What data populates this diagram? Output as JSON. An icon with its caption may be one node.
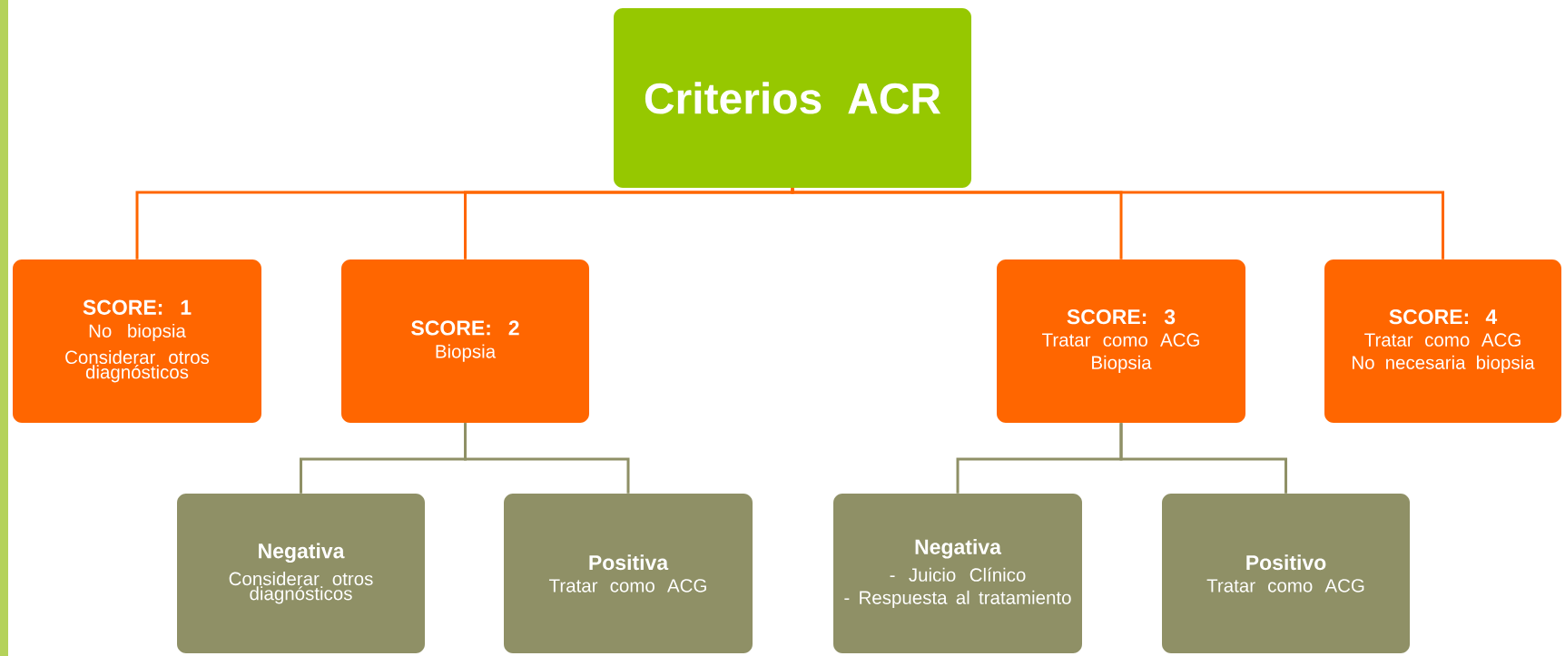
{
  "diagram": {
    "nodes": [
      {
        "text": [
          "Criterios ACR"
        ]
      },
      {
        "text": [
          "SCORE: 1",
          "No biopsia",
          "Considerar otros diagnósticos"
        ]
      },
      {
        "text": [
          "SCORE: 2",
          "Biopsia"
        ]
      },
      {
        "text": [
          "SCORE: 3",
          "Tratar como ACG",
          "Biopsia"
        ]
      },
      {
        "text": [
          "SCORE: 4",
          "Tratar como ACG",
          "No necesaria biopsia"
        ]
      },
      {
        "text": [
          "Negativa",
          "Considerar otros diagnósticos"
        ]
      },
      {
        "text": [
          "Positiva",
          "Tratar como ACG"
        ]
      },
      {
        "text": [
          "Negativa",
          "- Juicio Clínico",
          "- Respuesta al tratamiento"
        ]
      },
      {
        "text": [
          "Positivo",
          "Tratar como ACG"
        ]
      }
    ],
    "edges": [
      {
        "from": 0,
        "to": 1,
        "arrow": "none"
      },
      {
        "from": 0,
        "to": 2,
        "arrow": "none"
      },
      {
        "from": 0,
        "to": 3,
        "arrow": "none"
      },
      {
        "from": 0,
        "to": 4,
        "arrow": "none"
      },
      {
        "from": 2,
        "to": 5,
        "arrow": "none",
        "color": "#8f9066"
      },
      {
        "from": 2,
        "to": 6,
        "arrow": "none",
        "color": "#8f9066"
      },
      {
        "from": 3,
        "to": 7,
        "arrow": "none",
        "color": "#8f9066"
      },
      {
        "from": 3,
        "to": 8,
        "arrow": "none",
        "color": "#8f9066"
      }
    ]
  }
}
